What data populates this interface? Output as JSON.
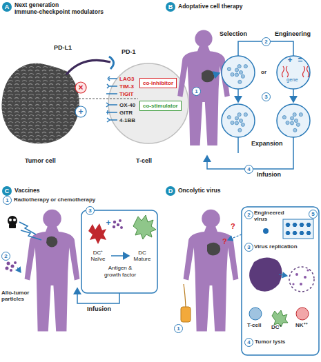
{
  "diagram": {
    "nodes": [
      {
        "text": [
          "co-inhibitor"
        ]
      },
      {
        "text": [
          "co-stimulator"
        ]
      },
      {
        "text": [
          "DC⁺ Naïve"
        ]
      },
      {
        "text": [
          "DC Mature"
        ]
      }
    ],
    "edges": [
      {
        "from": 2,
        "to": 3,
        "arrow": "to",
        "label": "Antigen & growth factor"
      }
    ],
    "labels": [
      "A",
      "Next generation",
      "Immune-checkpoint modulators",
      "PD-L1",
      "PD-1",
      "LAG3",
      "TIM-3",
      "TIGIT",
      "OX-40",
      "GITR",
      "4-1BB",
      "×",
      "+",
      "Tumor cell",
      "T-cell",
      "B",
      "Adoptative cell therapy",
      "1",
      "Selection",
      "Engineering",
      "2",
      "or",
      "gene",
      "+",
      "=",
      "3",
      "Expansion",
      "4",
      "Infusion",
      "C",
      "Vaccines",
      "1",
      "Radiotherapy or chemotherapy",
      "2",
      "Allo-tumor particles",
      "3",
      "+",
      "Infusion",
      "D",
      "Oncolytic virus",
      "?",
      "?",
      "1",
      "2",
      "Engineered virus",
      "3",
      "Virus replication",
      "5",
      "T-cell",
      "DC⁺",
      "NK⁺⁺",
      "4",
      "Tumor lysis"
    ]
  }
}
